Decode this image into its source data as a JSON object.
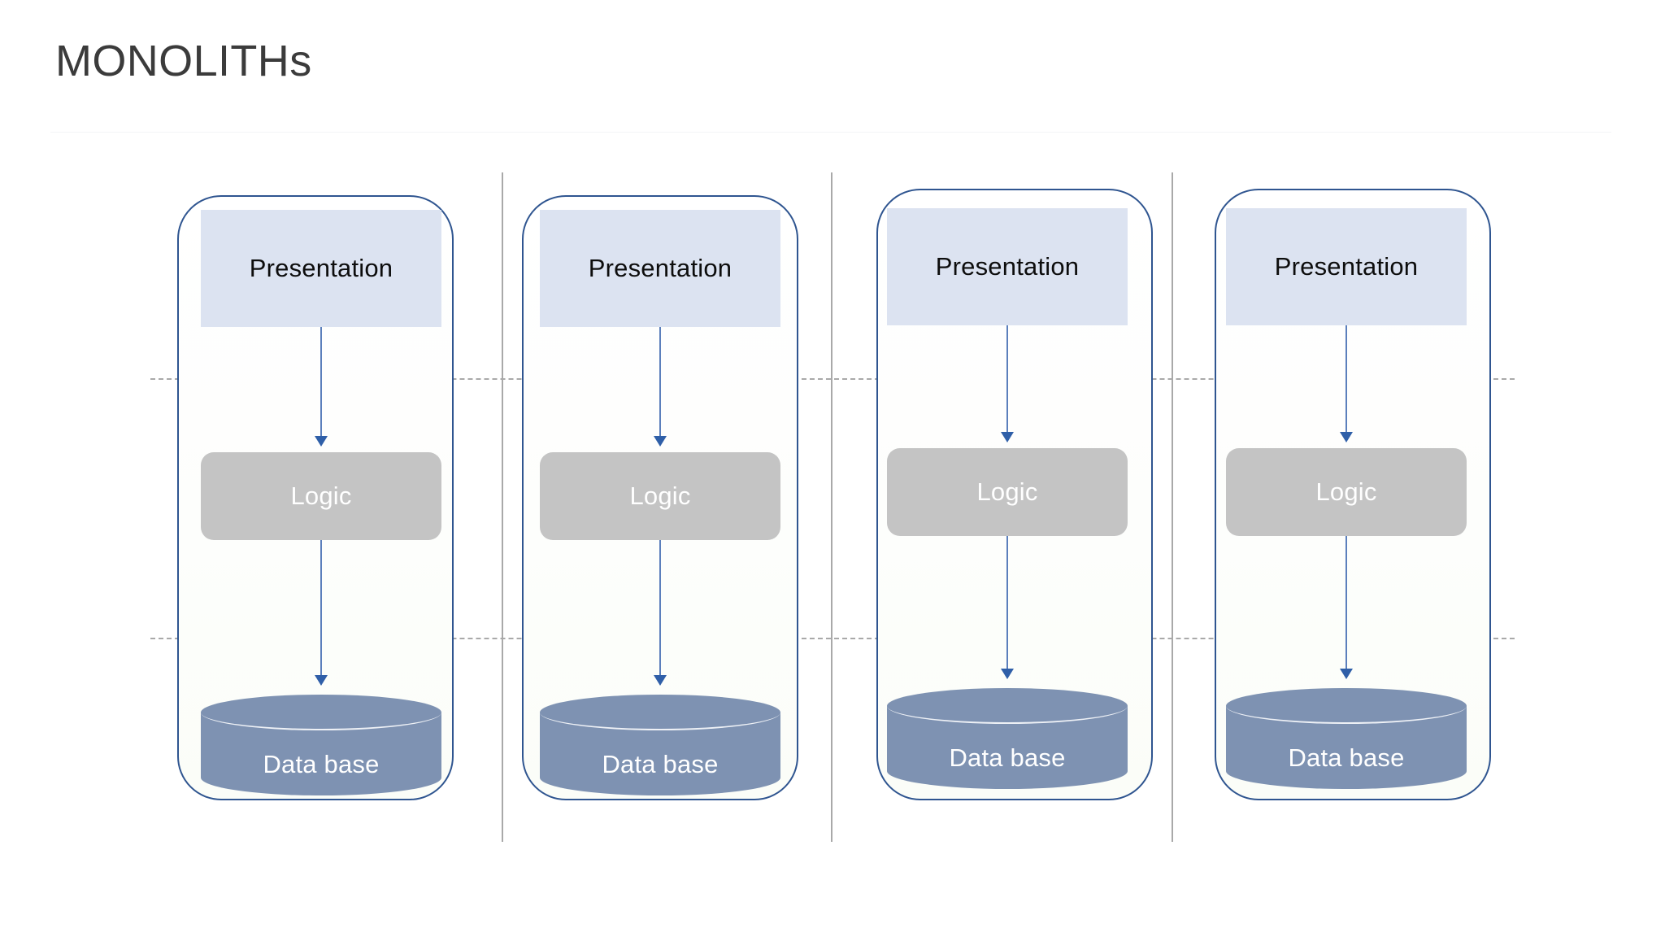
{
  "slide": {
    "title": "MONOLITHs",
    "background_color": "#ffffff",
    "title_color": "#3b3b3b",
    "accent_border_color": "#2f5590",
    "presentation_fill": "#dce3f1",
    "logic_fill": "#c4c4c4",
    "database_fill": "#7e92b2",
    "arrow_color": "#5b7fbc",
    "divider_color": "#a9a9a9",
    "dashed_line_color": "#9b9b9b"
  },
  "layer_dividers": [
    {
      "name": "presentation-logic-divider"
    },
    {
      "name": "logic-database-divider"
    }
  ],
  "column_dividers": [
    {
      "name": "column-divider-1"
    },
    {
      "name": "column-divider-2"
    },
    {
      "name": "column-divider-3"
    }
  ],
  "columns": [
    {
      "id": "monolith-1",
      "presentation": "Presentation",
      "logic": "Logic",
      "database": "Data base"
    },
    {
      "id": "monolith-2",
      "presentation": "Presentation",
      "logic": "Logic",
      "database": "Data base"
    },
    {
      "id": "monolith-3",
      "presentation": "Presentation",
      "logic": "Logic",
      "database": "Data base"
    },
    {
      "id": "monolith-4",
      "presentation": "Presentation",
      "logic": "Logic",
      "database": "Data base"
    }
  ]
}
